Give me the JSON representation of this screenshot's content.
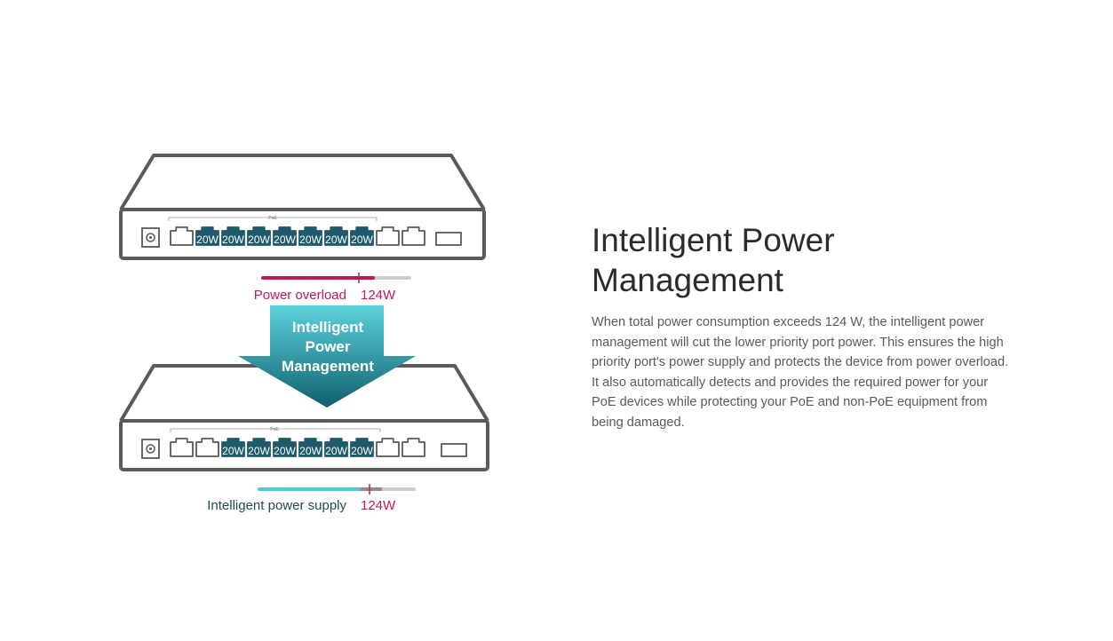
{
  "illustration": {
    "top_switch": {
      "poe_label": "PoE",
      "ports": [
        "20W",
        "20W",
        "20W",
        "20W",
        "20W",
        "20W",
        "20W"
      ],
      "bar_label": "Power overload",
      "bar_value": "124W"
    },
    "arrow": {
      "line1": "Intelligent",
      "line2": "Power",
      "line3": "Management"
    },
    "bottom_switch": {
      "poe_label": "PoE",
      "ports": [
        "20W",
        "20W",
        "20W",
        "20W",
        "20W",
        "20W"
      ],
      "bar_label": "Intelligent power supply",
      "bar_value": "124W"
    }
  },
  "heading": {
    "line1": "Intelligent Power",
    "line2": "Management"
  },
  "description": "When total power consumption exceeds 124 W, the intelligent power management will cut the lower priority port power. This ensures the high priority port's power supply and protects the device from power overload. It also automatically detects and provides the required power for your PoE devices while protecting your PoE and non-PoE equipment from being damaged.",
  "colors": {
    "outline": "#5a5a5a",
    "port_active": "#1e5a6b",
    "overload": "#c2185b",
    "supply": "#4fc8d8",
    "arrow_top": "#5cd3dc",
    "arrow_bottom": "#0f5f6f",
    "track": "#cccccc"
  }
}
